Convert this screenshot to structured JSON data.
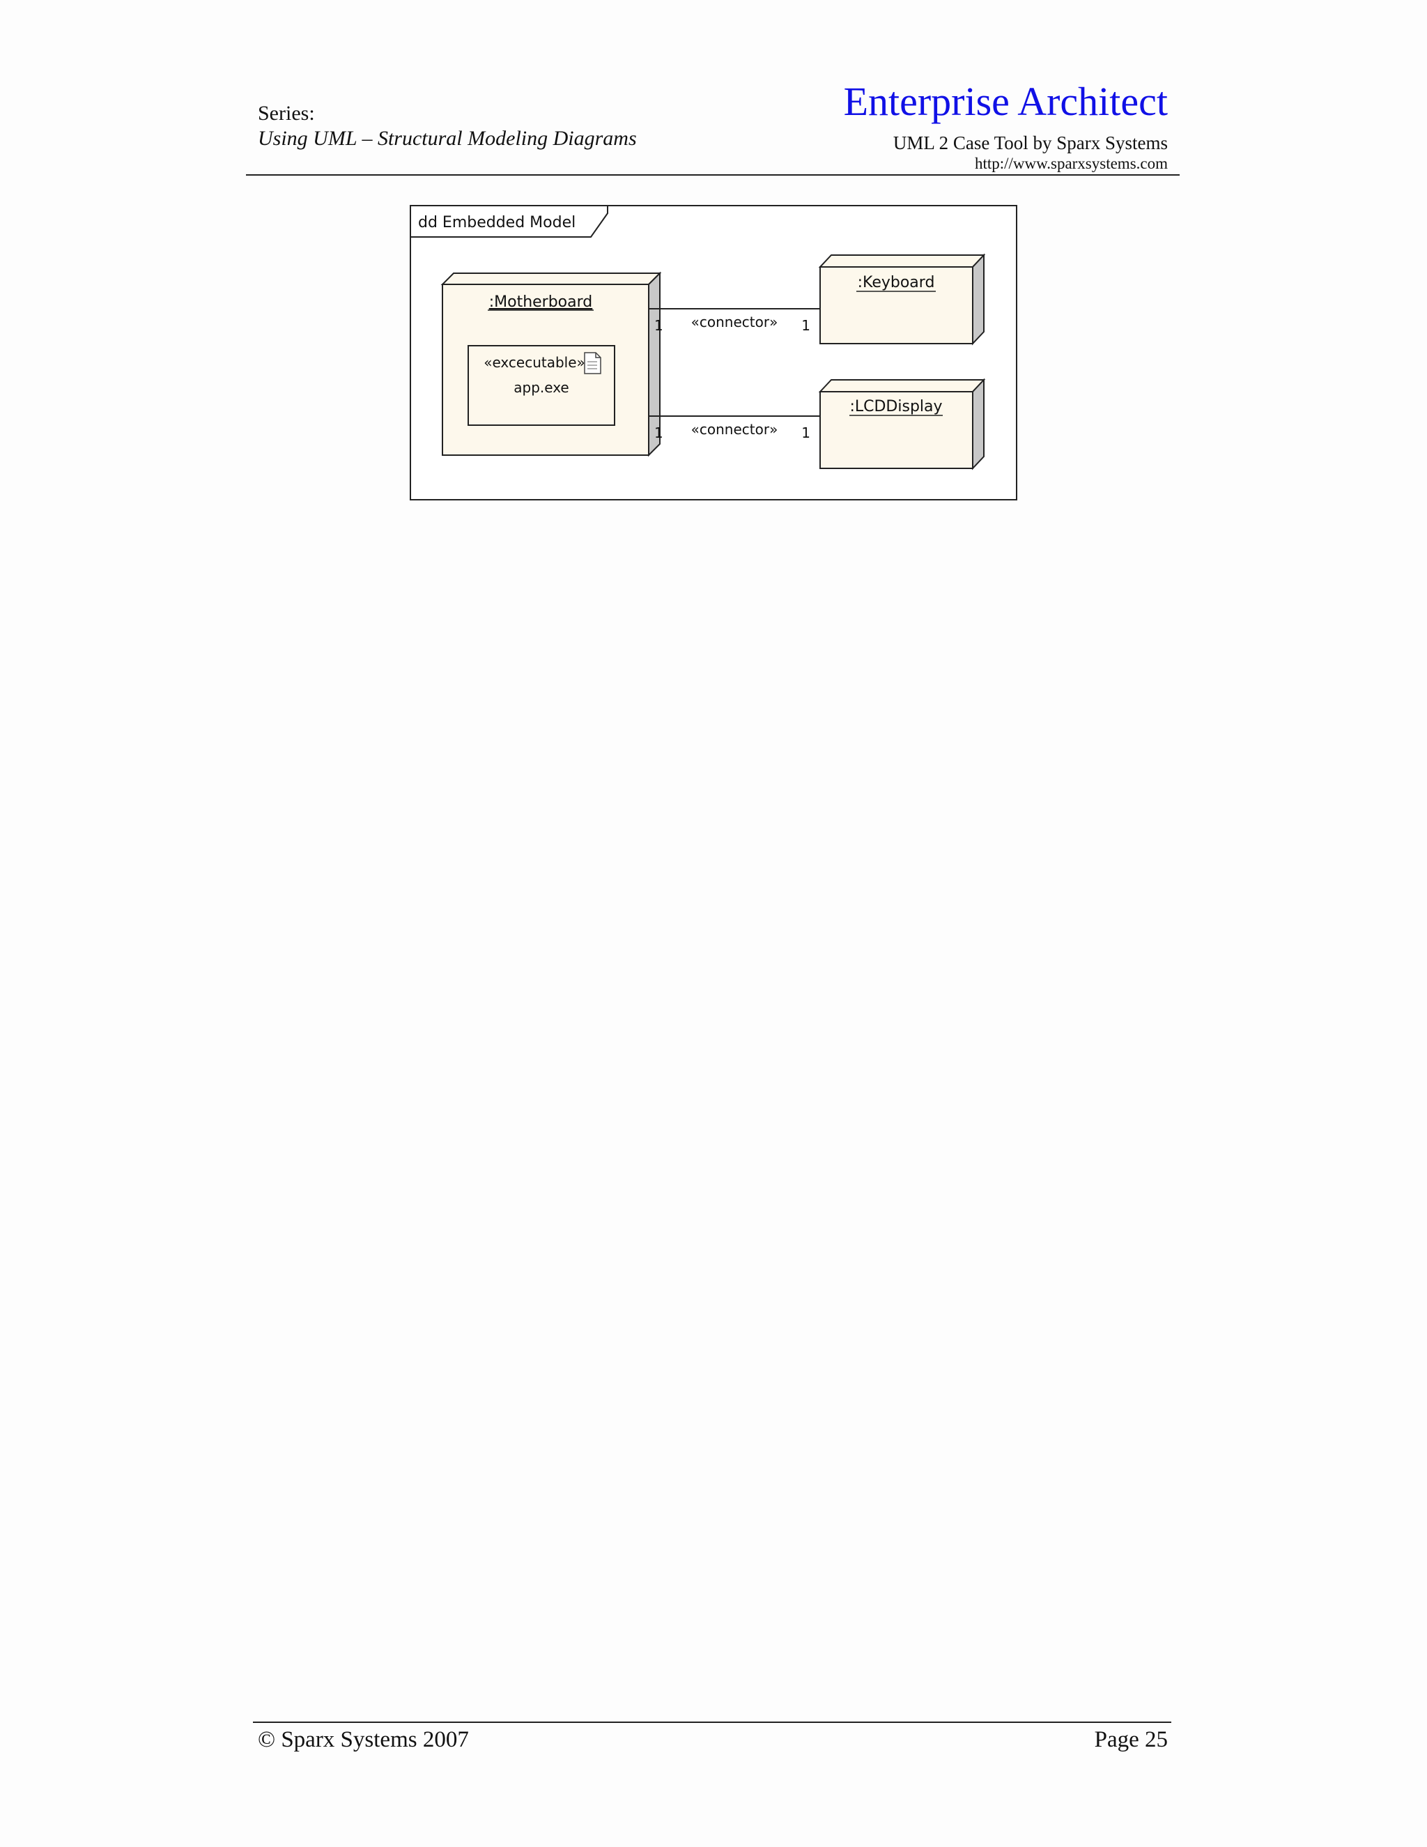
{
  "header": {
    "series_label": "Series:",
    "series_title": "Using UML – Structural Modeling Diagrams",
    "product_title": "Enterprise Architect",
    "tagline": "UML 2 Case Tool by Sparx Systems",
    "url": "http://www.sparxsystems.com"
  },
  "diagram": {
    "frame_label": "dd Embedded Model",
    "nodes": {
      "motherboard": ":Motherboard",
      "keyboard": ":Keyboard",
      "lcd": ":LCDDisplay"
    },
    "artifact": {
      "stereotype": "«excecutable»",
      "name": "app.exe",
      "icon": "artifact-document-icon"
    },
    "connectors": [
      {
        "stereotype": "«connector»",
        "source_mult": "1",
        "target_mult": "1"
      },
      {
        "stereotype": "«connector»",
        "source_mult": "1",
        "target_mult": "1"
      }
    ]
  },
  "footer": {
    "copyright": "© Sparx Systems 2007",
    "page": "Page 25"
  },
  "colors": {
    "title_blue": "#1010e6",
    "node_fill": "#fdf8ec",
    "node_side": "#c8c8c8"
  }
}
